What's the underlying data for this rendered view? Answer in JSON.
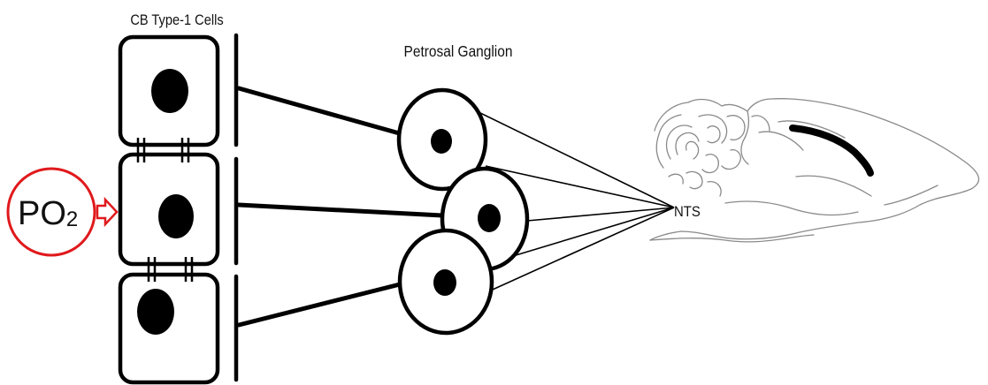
{
  "labels": {
    "cb_cells": "CB Type-1 Cells",
    "petrosal": "Petrosal Ganglion",
    "nts": "NTS",
    "po2_main": "PO",
    "po2_sub": "2"
  },
  "colors": {
    "stroke": "#000000",
    "oxygen_stimulus": "#e0191c",
    "brain_outline": "#8a8a8a"
  },
  "icons": {
    "stimulus_arrow": "right-arrow-outline-icon",
    "brain": "rat-brain-sagittal-icon"
  }
}
